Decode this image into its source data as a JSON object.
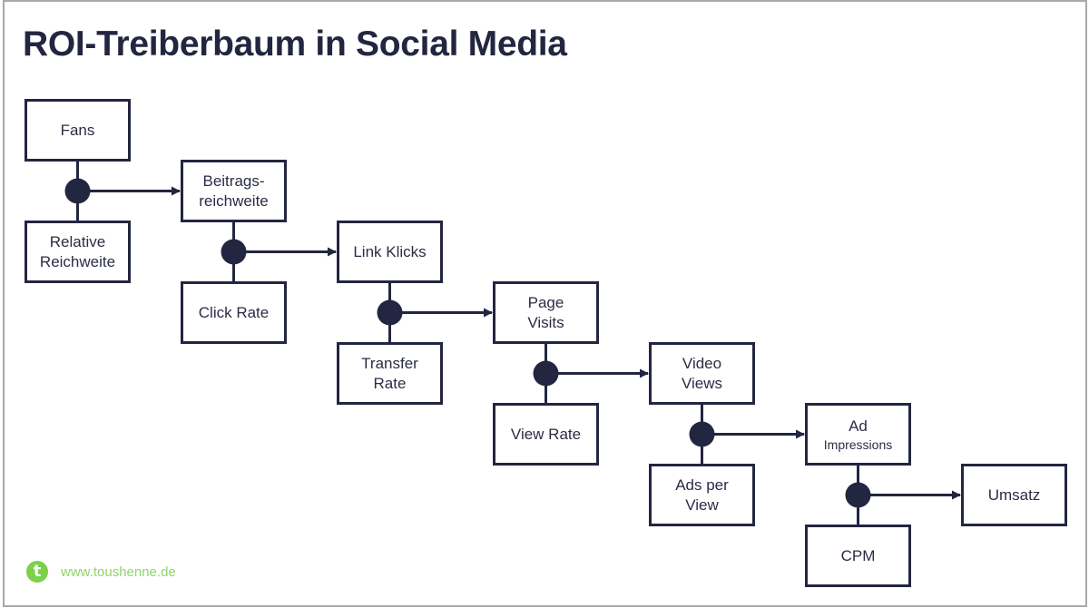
{
  "title": "ROI-Treiberbaum in Social Media",
  "colors": {
    "ink": "#232640",
    "text": "#2a2d45",
    "brand_green": "#7cd04a",
    "url_green": "#8fd46a",
    "frame": "#a9a9a9"
  },
  "nodes": {
    "fans": {
      "line1": "Fans"
    },
    "relative_reichweite": {
      "line1": "Relative",
      "line2": "Reichweite"
    },
    "beitragsreichweite": {
      "line1": "Beitrags-",
      "line2": "reichweite"
    },
    "click_rate": {
      "line1": "Click Rate"
    },
    "link_klicks": {
      "line1": "Link Klicks"
    },
    "transfer_rate": {
      "line1": "Transfer",
      "line2": "Rate"
    },
    "page_visits": {
      "line1": "Page",
      "line2": "Visits"
    },
    "view_rate": {
      "line1": "View Rate"
    },
    "video_views": {
      "line1": "Video",
      "line2": "Views"
    },
    "ads_per_view": {
      "line1": "Ads per",
      "line2": "View"
    },
    "ad_impressions": {
      "line1": "Ad",
      "line2": "Impressions"
    },
    "cpm": {
      "line1": "CPM"
    },
    "umsatz": {
      "line1": "Umsatz"
    }
  },
  "edges": [
    {
      "from": [
        "fans",
        "relative_reichweite"
      ],
      "to": "beitragsreichweite",
      "operator": "multiply"
    },
    {
      "from": [
        "beitragsreichweite",
        "click_rate"
      ],
      "to": "link_klicks",
      "operator": "multiply"
    },
    {
      "from": [
        "link_klicks",
        "transfer_rate"
      ],
      "to": "page_visits",
      "operator": "multiply"
    },
    {
      "from": [
        "page_visits",
        "view_rate"
      ],
      "to": "video_views",
      "operator": "multiply"
    },
    {
      "from": [
        "video_views",
        "ads_per_view"
      ],
      "to": "ad_impressions",
      "operator": "multiply"
    },
    {
      "from": [
        "ad_impressions",
        "cpm"
      ],
      "to": "umsatz",
      "operator": "multiply"
    }
  ],
  "footer": {
    "logo_letter": "t",
    "url": "www.toushenne.de"
  }
}
